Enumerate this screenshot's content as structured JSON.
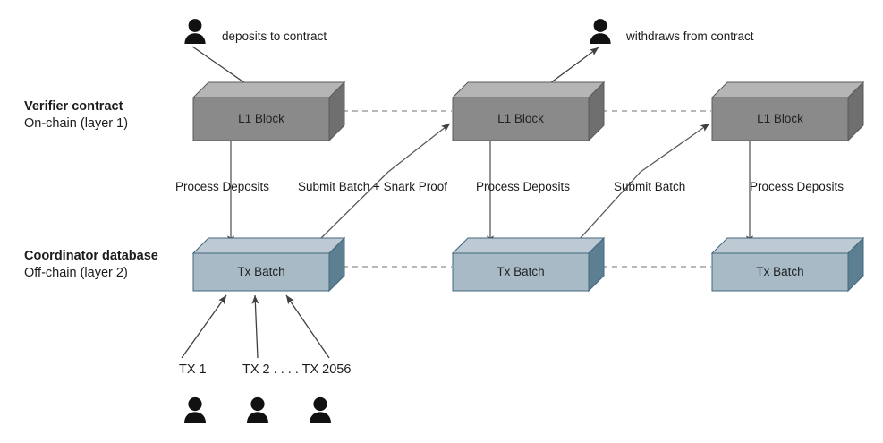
{
  "diagram": {
    "title_rows": [
      {
        "name": "verifier",
        "line1": "Verifier contract",
        "line2": "On-chain (layer 1)"
      },
      {
        "name": "coordinator",
        "line1": "Coordinator database",
        "line2": "Off-chain (layer 2)"
      }
    ],
    "l1_blocks": [
      {
        "label": "L1 Block"
      },
      {
        "label": "L1 Block"
      },
      {
        "label": "L1 Block"
      }
    ],
    "tx_batches": [
      {
        "label": "Tx Batch"
      },
      {
        "label": "Tx Batch"
      },
      {
        "label": "Tx Batch"
      }
    ],
    "actor_labels": [
      {
        "name": "deposits",
        "text": "deposits to contract"
      },
      {
        "name": "withdraws",
        "text": "withdraws from contract"
      }
    ],
    "edge_labels": [
      {
        "name": "process-deposits-1",
        "text": "Process Deposits"
      },
      {
        "name": "submit-batch-snark-proof",
        "text": "Submit Batch + Snark Proof"
      },
      {
        "name": "process-deposits-2",
        "text": "Process Deposits"
      },
      {
        "name": "submit-batch",
        "text": "Submit Batch"
      },
      {
        "name": "process-deposits-3",
        "text": "Process Deposits"
      }
    ],
    "tx_labels": [
      {
        "name": "tx-1",
        "text": "TX 1"
      },
      {
        "name": "tx-2-range",
        "text": "TX 2 . . . . TX 2056"
      }
    ],
    "colors": {
      "l1_front": "#8a8a8a",
      "l1_top": "#b5b5b5",
      "l1_side": "#6f6f6f",
      "l1_stroke": "#5a5a5a",
      "batch_front": "#a7bac6",
      "batch_top": "#bdc9d3",
      "batch_side": "#5d7f92",
      "batch_stroke": "#43687d",
      "arrow": "#404040",
      "dashed": "#808080",
      "person": "#111111",
      "text": "#1c1c1c"
    }
  }
}
